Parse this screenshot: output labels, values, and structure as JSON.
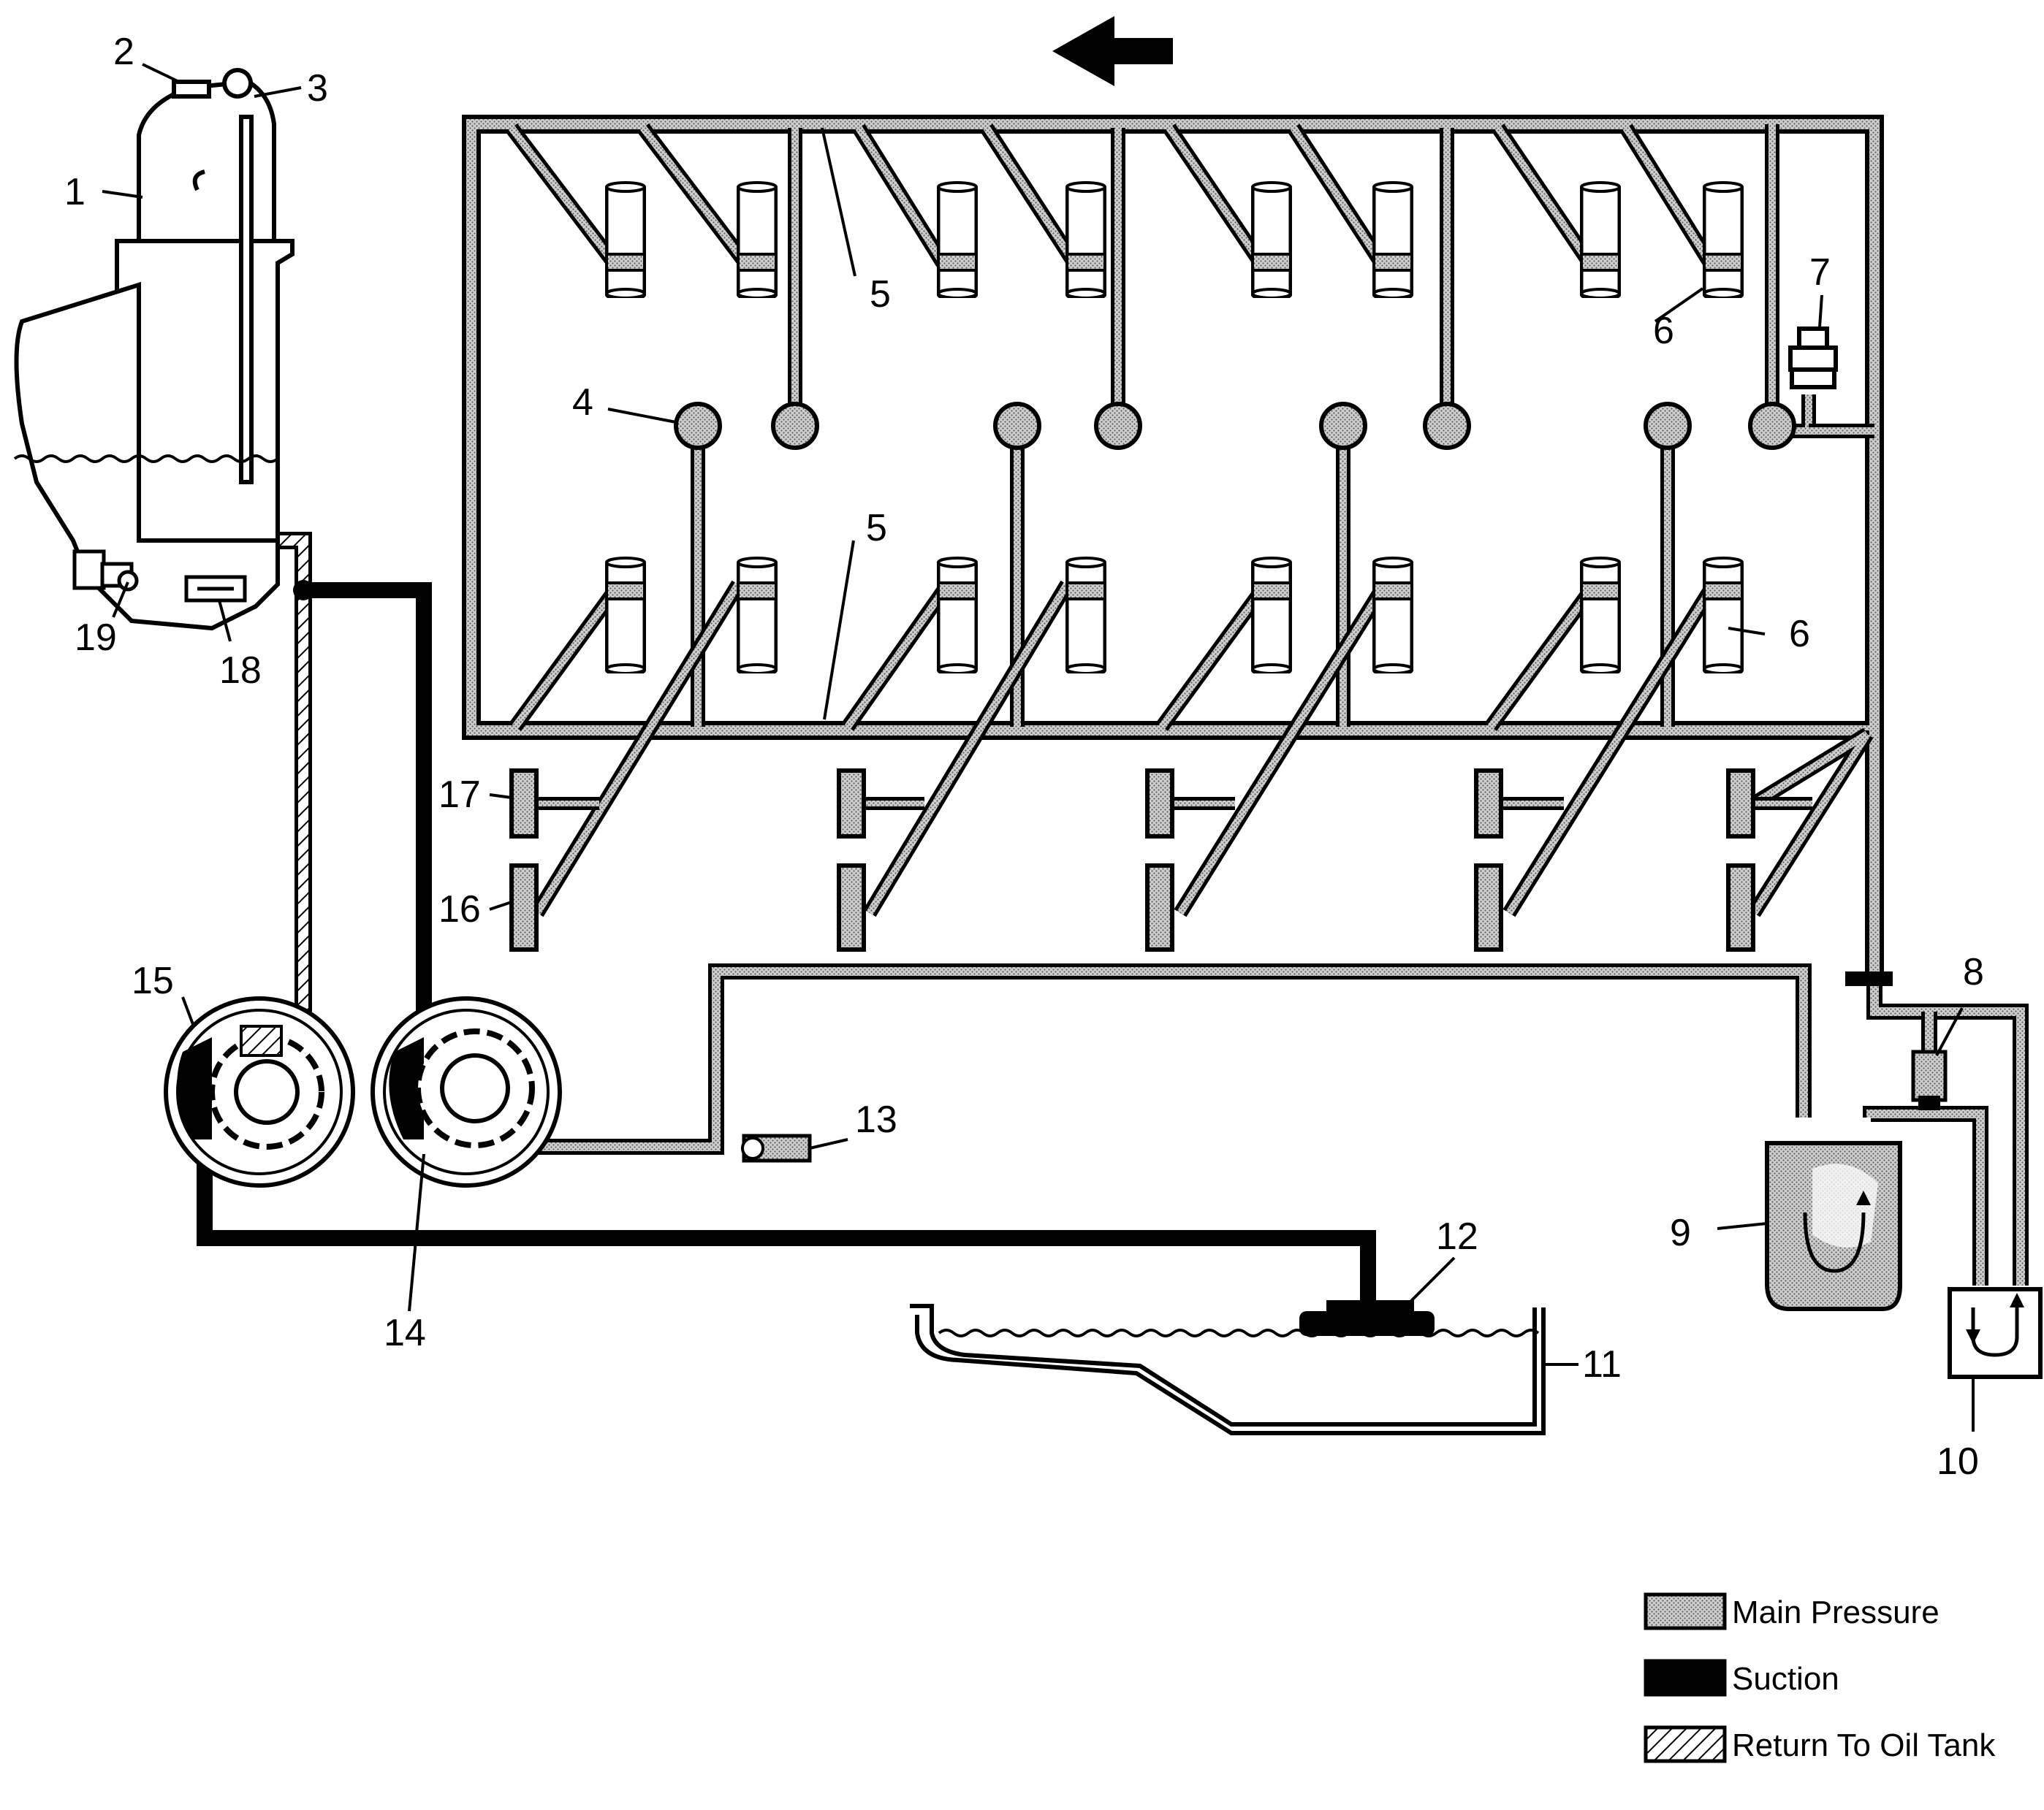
{
  "callouts": [
    {
      "id": "c1",
      "text": "1"
    },
    {
      "id": "c2",
      "text": "2"
    },
    {
      "id": "c3",
      "text": "3"
    },
    {
      "id": "c4",
      "text": "4"
    },
    {
      "id": "c5a",
      "text": "5"
    },
    {
      "id": "c5b",
      "text": "5"
    },
    {
      "id": "c6a",
      "text": "6"
    },
    {
      "id": "c6b",
      "text": "6"
    },
    {
      "id": "c7",
      "text": "7"
    },
    {
      "id": "c8",
      "text": "8"
    },
    {
      "id": "c9",
      "text": "9"
    },
    {
      "id": "c10",
      "text": "10"
    },
    {
      "id": "c11",
      "text": "11"
    },
    {
      "id": "c12",
      "text": "12"
    },
    {
      "id": "c13",
      "text": "13"
    },
    {
      "id": "c14",
      "text": "14"
    },
    {
      "id": "c15",
      "text": "15"
    },
    {
      "id": "c16",
      "text": "16"
    },
    {
      "id": "c17",
      "text": "17"
    },
    {
      "id": "c18",
      "text": "18"
    },
    {
      "id": "c19",
      "text": "19"
    }
  ],
  "legend": {
    "main_pressure": "Main Pressure",
    "suction": "Suction",
    "return": "Return To Oil Tank"
  },
  "colors": {
    "line": "#000000",
    "pressure_fill": "#bdbdbd",
    "suction_fill": "#000000",
    "background": "#ffffff"
  },
  "icons": {
    "direction": "arrow-left-icon"
  }
}
